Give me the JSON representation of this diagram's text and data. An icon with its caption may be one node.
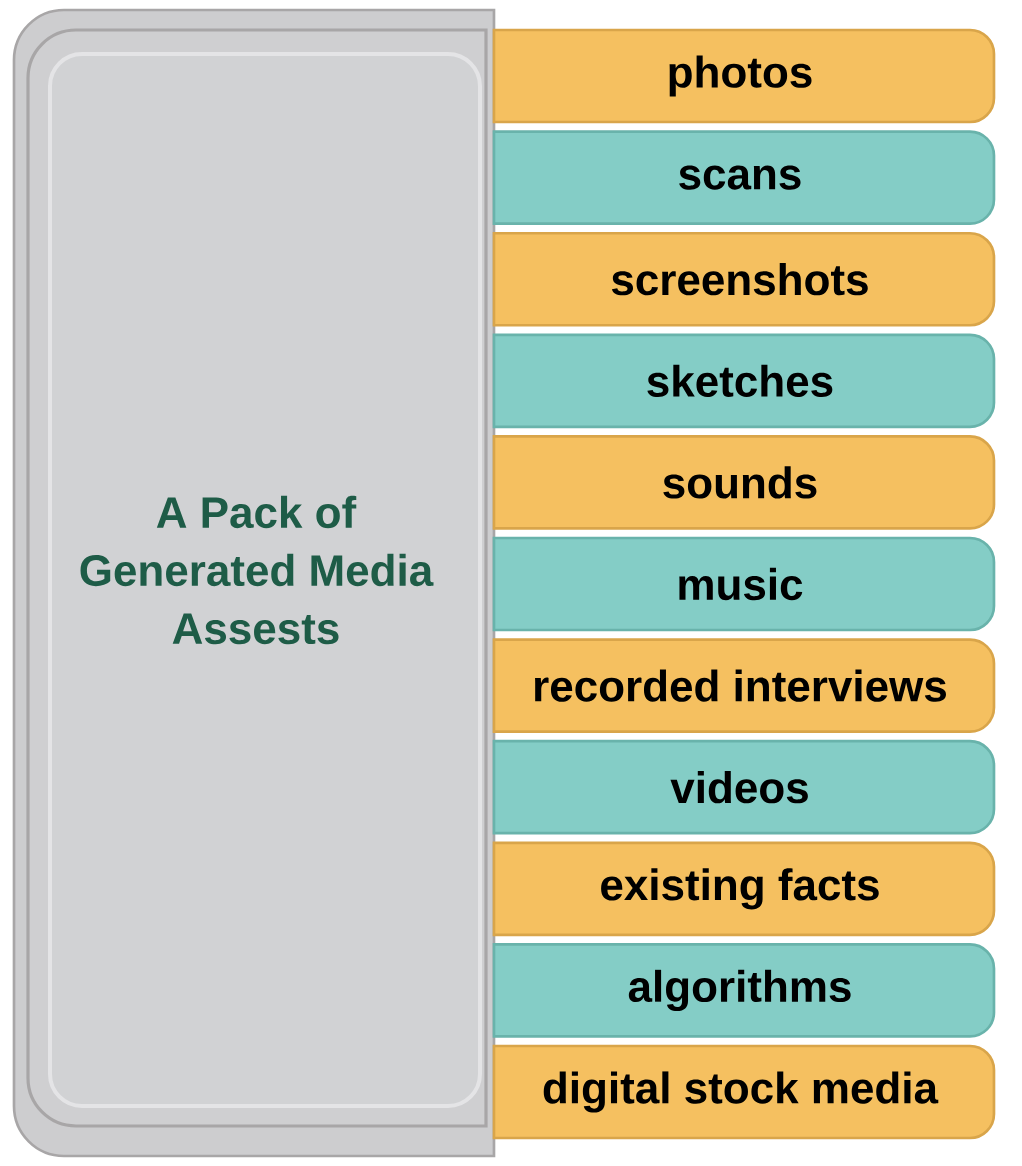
{
  "diagram": {
    "nodes": [
      {
        "text": [
          "A Pack of Generated Media Assests"
        ]
      },
      {
        "text": [
          "photos"
        ]
      },
      {
        "text": [
          "scans"
        ]
      },
      {
        "text": [
          "screenshots"
        ]
      },
      {
        "text": [
          "sketches"
        ]
      },
      {
        "text": [
          "sounds"
        ]
      },
      {
        "text": [
          "music"
        ]
      },
      {
        "text": [
          "recorded interviews"
        ]
      },
      {
        "text": [
          "videos"
        ]
      },
      {
        "text": [
          "existing facts"
        ]
      },
      {
        "text": [
          "algorithms"
        ]
      },
      {
        "text": [
          "digital stock media"
        ]
      }
    ]
  }
}
